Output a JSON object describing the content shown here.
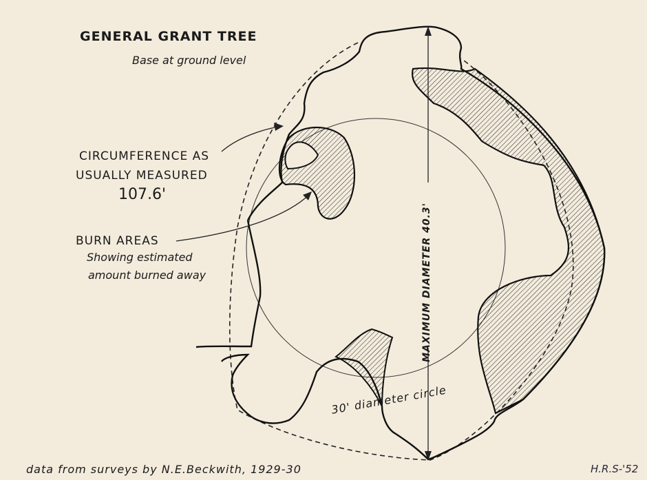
{
  "title": "GENERAL GRANT TREE",
  "subtitle": "Base at ground level",
  "circumference": {
    "label_line1": "CIRCUMFERENCE  AS",
    "label_line2": "USUALLY  MEASURED",
    "value": "107.6'"
  },
  "burn_areas": {
    "label": "BURN  AREAS",
    "desc_line1": "Showing estimated",
    "desc_line2": "amount burned away"
  },
  "max_diameter": "MAXIMUM  DIAMETER  40.3'",
  "circle_label": "30' diameter   circle",
  "source": "data  from  surveys  by  N.E.Beckwith, 1929-30",
  "signature": "H.R.S-'52"
}
